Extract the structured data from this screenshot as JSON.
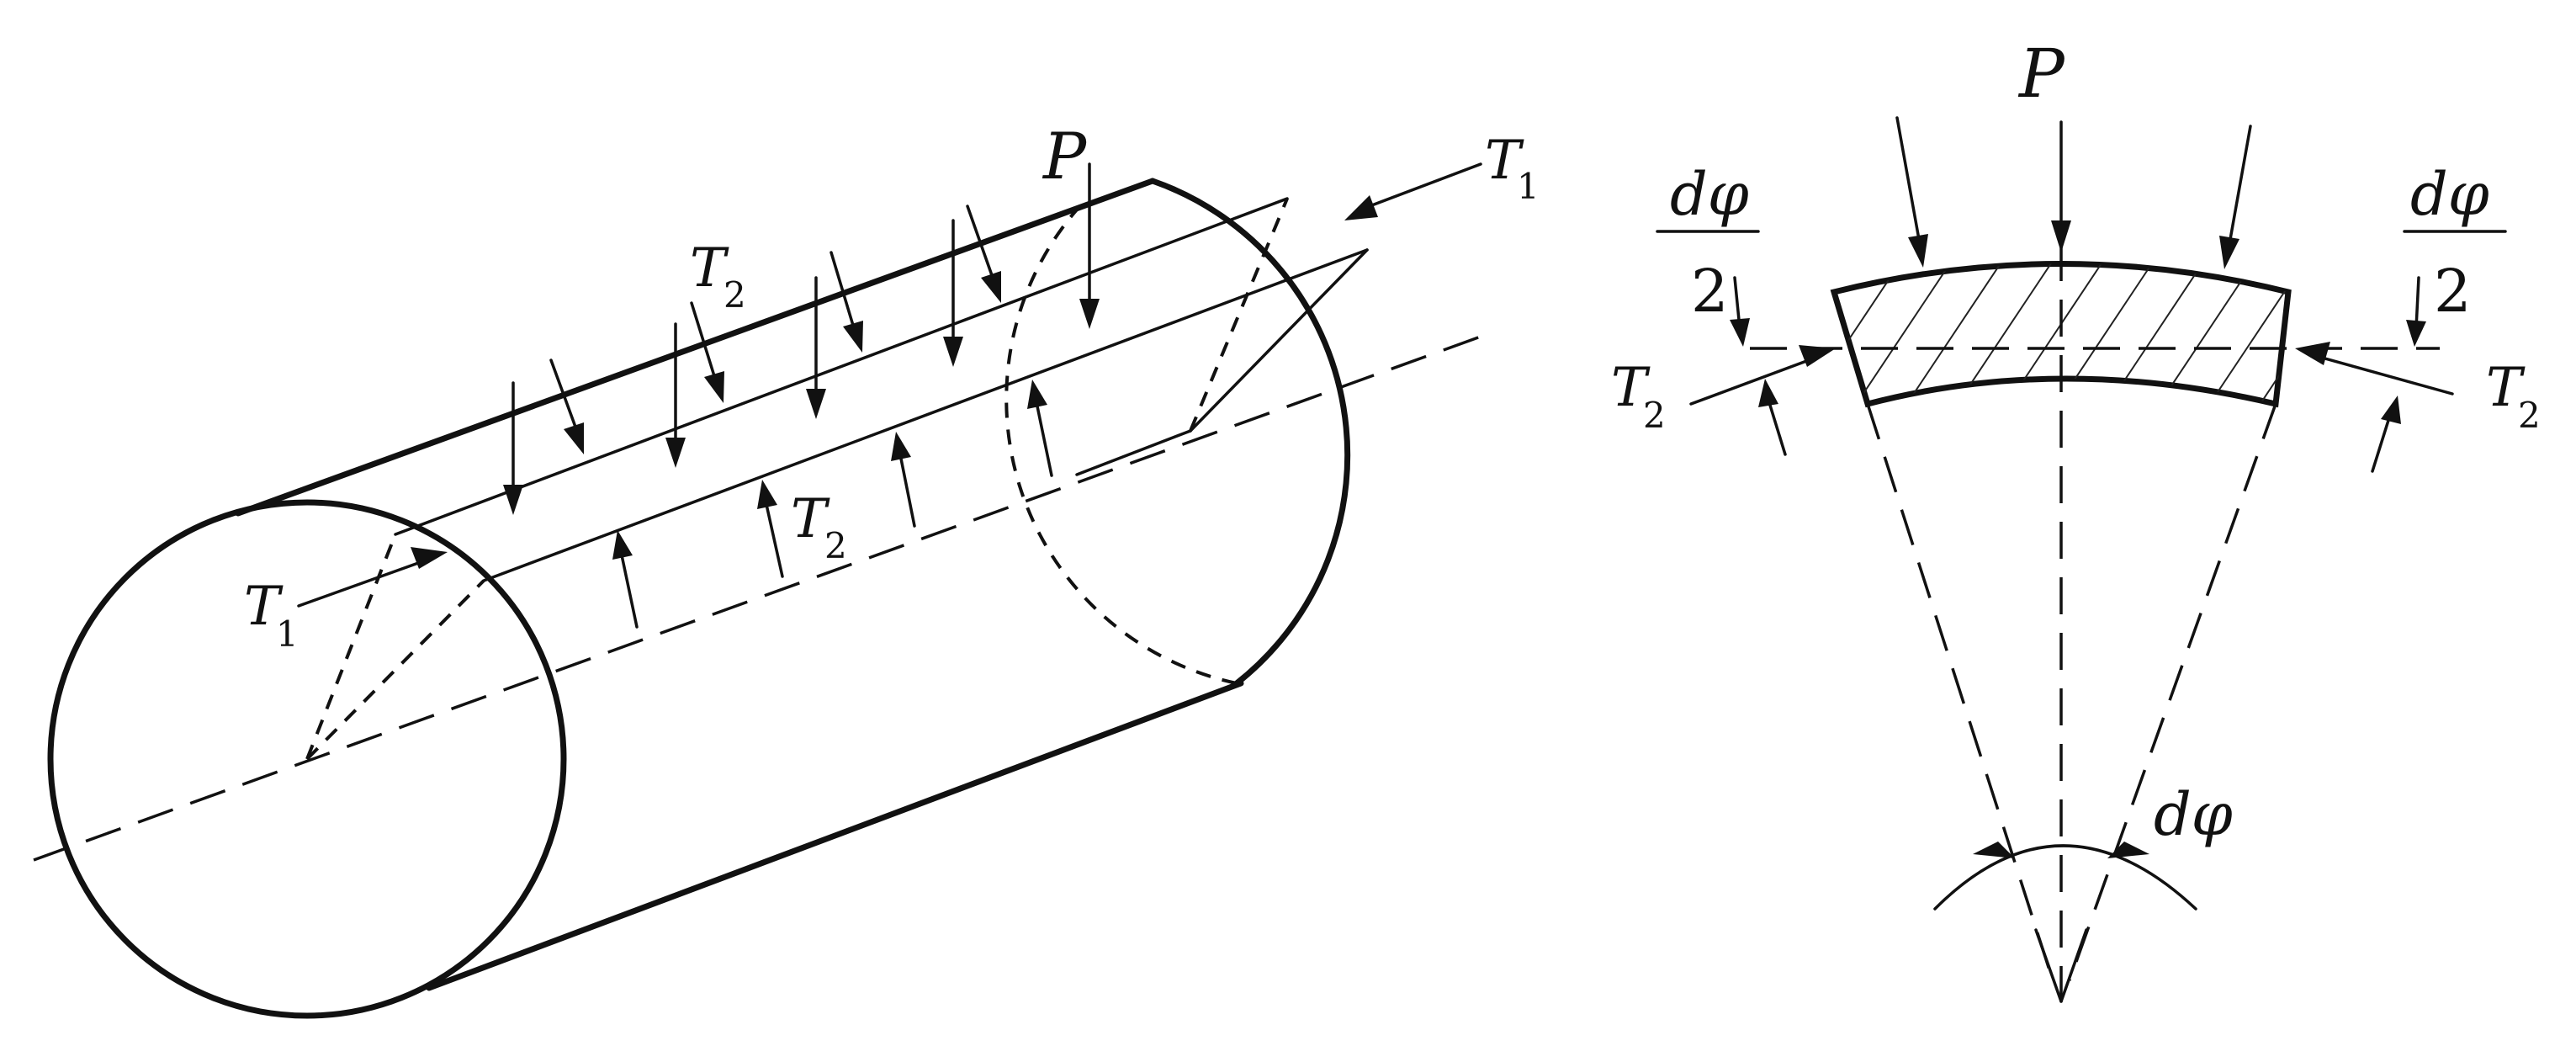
{
  "labels": {
    "P": "P",
    "T": "T",
    "sub1": "1",
    "sub2": "2",
    "d_phi": "dφ",
    "two": "2"
  }
}
